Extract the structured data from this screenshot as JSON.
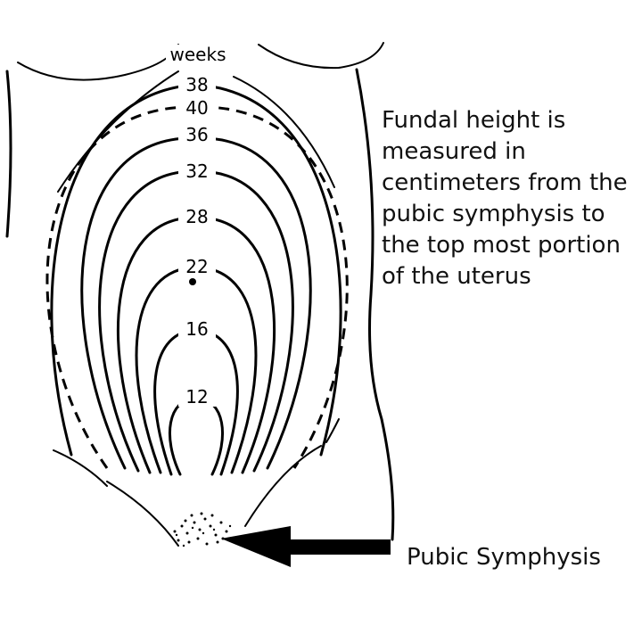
{
  "diagram": {
    "unit_label": "weeks",
    "contours": [
      {
        "weeks": "38",
        "style": "solid"
      },
      {
        "weeks": "40",
        "style": "dashed"
      },
      {
        "weeks": "36",
        "style": "solid"
      },
      {
        "weeks": "32",
        "style": "solid"
      },
      {
        "weeks": "28",
        "style": "solid"
      },
      {
        "weeks": "22",
        "style": "solid"
      },
      {
        "weeks": "16",
        "style": "solid"
      },
      {
        "weeks": "12",
        "style": "solid"
      }
    ]
  },
  "caption": "Fundal height is measured in centimeters from the pubic symphysis to the top most portion of the uterus",
  "pointer_label": "Pubic Symphysis"
}
